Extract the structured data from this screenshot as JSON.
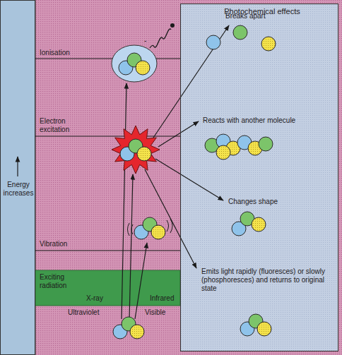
{
  "diagram": {
    "nodes": [
      {
        "text": [
          "Energy increases"
        ]
      },
      {
        "text": [
          "Photochemical effects"
        ]
      },
      {
        "text": [
          "Breaks apart"
        ],
        "in": 1
      },
      {
        "text": [
          "Reacts with another molecule"
        ],
        "in": 1
      },
      {
        "text": [
          "Changes shape"
        ],
        "in": 1
      },
      {
        "text": [
          "Emits light rapidly (fluoresces) or slowly (phosphoresces) and returns to original state"
        ],
        "in": 1
      },
      {
        "text": [
          "Exciting radiation",
          "X-ray",
          "Infrared"
        ]
      }
    ],
    "labels": [
      "Ionisation",
      "Electron excitation",
      "Vibration",
      "Ultraviolet",
      "Visible",
      "-"
    ]
  }
}
